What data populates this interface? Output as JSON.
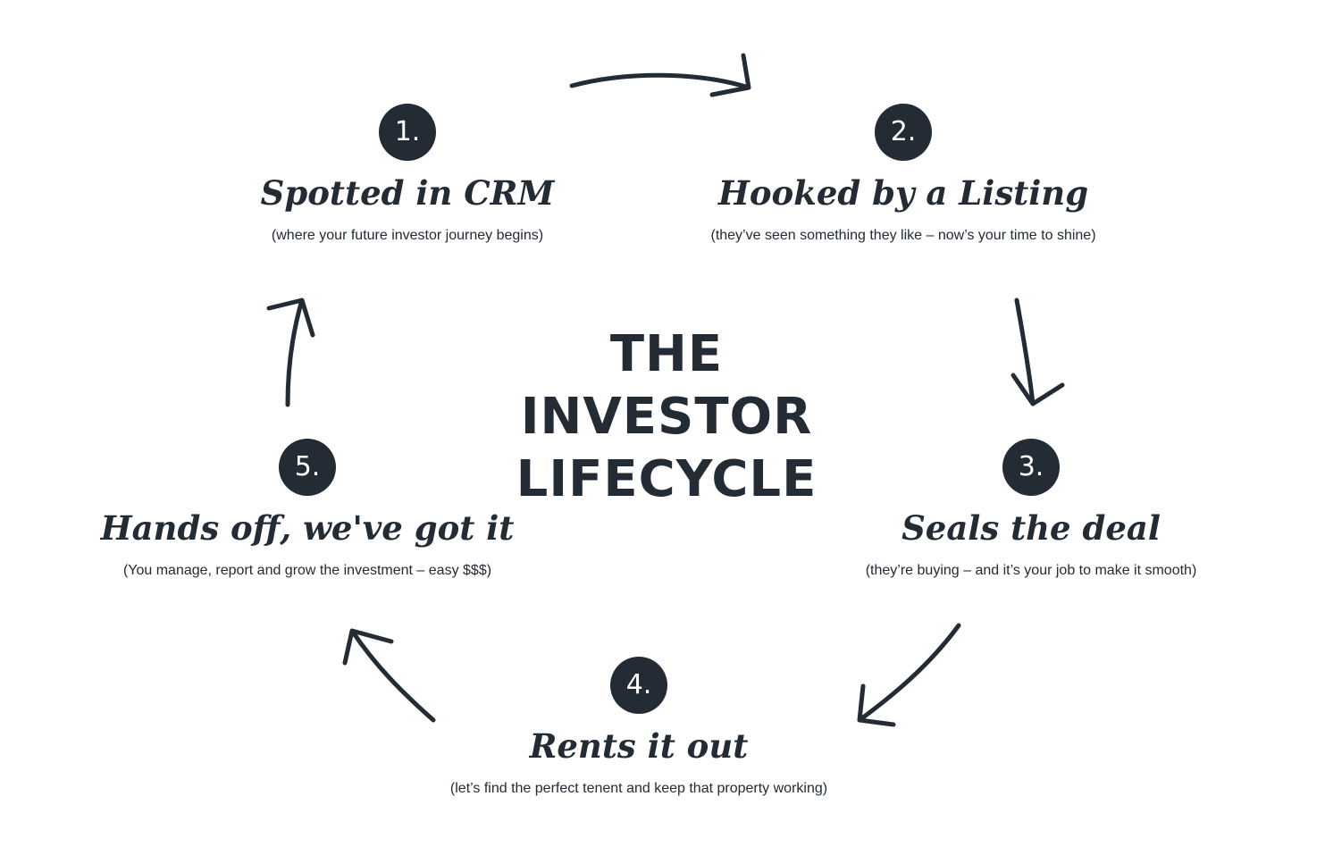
{
  "title": {
    "line1": "THE",
    "line2": "INVESTOR",
    "line3": "LIFECYCLE"
  },
  "steps": [
    {
      "number": "1.",
      "title": "Spotted in CRM",
      "subtitle": "(where your future investor journey begins)"
    },
    {
      "number": "2.",
      "title": "Hooked by a Listing",
      "subtitle": "(they’ve seen something they like – now’s your time to shine)"
    },
    {
      "number": "3.",
      "title": "Seals the deal",
      "subtitle": "(they’re buying – and it’s your job to make it smooth)"
    },
    {
      "number": "4.",
      "title": "Rents it out",
      "subtitle": "(let’s find the perfect tenent and keep that property working)"
    },
    {
      "number": "5.",
      "title": "Hands off, we've got it",
      "subtitle": "(You manage, report and grow the investment – easy $$$)"
    }
  ],
  "colors": {
    "ink": "#232b35",
    "background": "#ffffff"
  }
}
